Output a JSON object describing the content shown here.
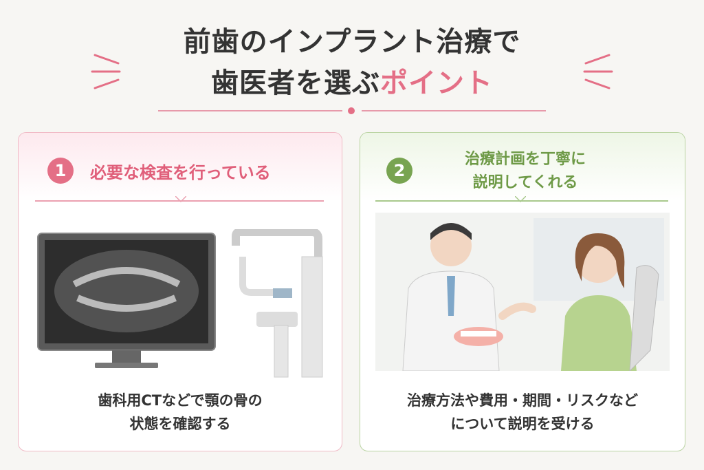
{
  "header": {
    "title_line1": "前歯のインプラント治療で",
    "title_line2_main": "歯医者を選ぶ",
    "title_line2_accent": "ポイント"
  },
  "points": [
    {
      "number": "1",
      "heading": "必要な検査を行っている",
      "caption_line1": "歯科用CTなどで顎の骨の",
      "caption_line2": "状態を確認する"
    },
    {
      "number": "2",
      "heading_line1": "治療計画を丁寧に",
      "heading_line2": "説明してくれる",
      "caption_line1": "治療方法や費用・期間・リスクなど",
      "caption_line2": "について説明を受ける"
    }
  ],
  "colors": {
    "accent_pink": "#e46f86",
    "accent_green": "#78a451",
    "background": "#f7f6f3"
  }
}
